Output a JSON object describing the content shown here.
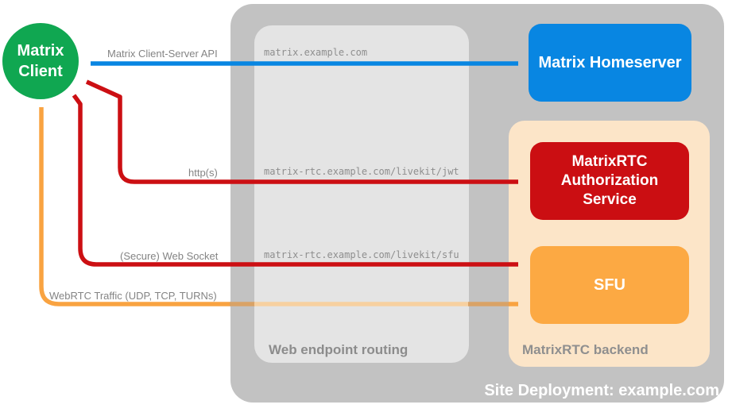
{
  "diagram": {
    "client": {
      "line1": "Matrix",
      "line2": "Client",
      "color": "#10a751"
    },
    "homeserver": {
      "label": "Matrix Homeserver",
      "color": "#0886e2"
    },
    "auth": {
      "label": "MatrixRTC Authorization Service",
      "color": "#cb0e12"
    },
    "sfu": {
      "label": "SFU",
      "color": "#fca943"
    },
    "containers": {
      "site": {
        "label": "Site Deployment: example.com",
        "color": "#c2c2c2"
      },
      "routing": {
        "label": "Web endpoint routing",
        "color": "#e4e4e4"
      },
      "backend": {
        "label": "MatrixRTC backend",
        "color": "#fce5c8"
      }
    },
    "endpoints": {
      "homeserver": "matrix.example.com",
      "jwt": "matrix-rtc.example.com/livekit/jwt",
      "sfu": "matrix-rtc.example.com/livekit/sfu"
    },
    "arrows": {
      "api": {
        "label": "Matrix Client-Server API",
        "color": "#0886e2"
      },
      "http": {
        "label": "http(s)",
        "color": "#cc0f13"
      },
      "ws": {
        "label": "(Secure) Web Socket",
        "color": "#cc0f13"
      },
      "webrtc": {
        "label": "WebRTC Traffic (UDP, TCP, TURNs)",
        "color": "#f9a341",
        "over_gray_color": "#d9a266",
        "over_routing_color": "#f7d0a0"
      }
    }
  }
}
